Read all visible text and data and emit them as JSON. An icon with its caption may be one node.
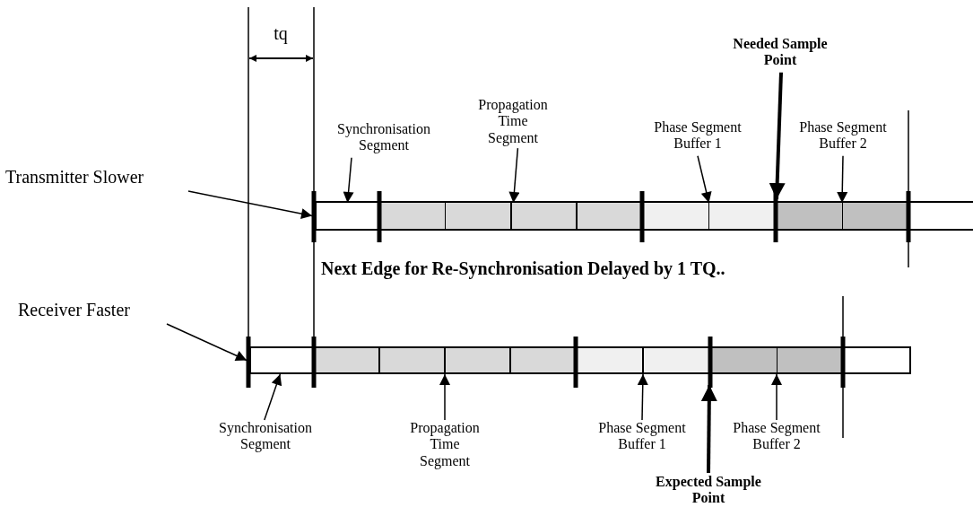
{
  "diagram": {
    "nodes": [
      {
        "text": [
          "Needed Sample Point"
        ]
      },
      {
        "text": [
          "Synchronisation Segment"
        ]
      },
      {
        "text": [
          "Propagation Time Segment"
        ]
      },
      {
        "text": [
          "Phase Segment Buffer 1"
        ]
      },
      {
        "text": [
          "Phase Segment Buffer 2"
        ]
      },
      {
        "text": [
          "Transmitter Slower"
        ]
      },
      {
        "text": [],
        "shape": "bar"
      },
      {
        "text": [],
        "shape": "box",
        "in": 6
      },
      {
        "text": [],
        "shape": "box",
        "in": 6
      },
      {
        "text": [],
        "shape": "box",
        "in": 6
      },
      {
        "text": [],
        "shape": "box",
        "in": 6
      },
      {
        "text": [
          "Receiver Faster"
        ]
      },
      {
        "text": [],
        "shape": "bar"
      },
      {
        "text": [],
        "shape": "box",
        "in": 12
      },
      {
        "text": [],
        "shape": "box",
        "in": 12
      },
      {
        "text": [],
        "shape": "box",
        "in": 12
      },
      {
        "text": [],
        "shape": "box",
        "in": 12
      },
      {
        "text": [
          "Synchronisation Segment"
        ]
      },
      {
        "text": [
          "Propagation Time Segment"
        ]
      },
      {
        "text": [
          "Phase Segment Buffer 1"
        ]
      },
      {
        "text": [
          "Expected Sample Point"
        ]
      },
      {
        "text": [
          "Phase Segment Buffer 2"
        ]
      }
    ],
    "edges": [
      {
        "from": 0,
        "to": 10,
        "arrow": "to",
        "style": "thick"
      },
      {
        "from": 1,
        "to": 7,
        "arrow": "to"
      },
      {
        "from": 2,
        "to": 8,
        "arrow": "to"
      },
      {
        "from": 3,
        "to": 9,
        "arrow": "to"
      },
      {
        "from": 4,
        "to": 10,
        "arrow": "to"
      },
      {
        "from": 5,
        "to": 6,
        "arrow": "to"
      },
      {
        "from": 11,
        "to": 12,
        "arrow": "to"
      },
      {
        "from": 17,
        "to": 13,
        "arrow": "to"
      },
      {
        "from": 18,
        "to": 14,
        "arrow": "to"
      },
      {
        "from": 19,
        "to": 15,
        "arrow": "to"
      },
      {
        "from": 20,
        "to": 16,
        "arrow": "to",
        "style": "thick"
      },
      {
        "from": 21,
        "to": 16,
        "arrow": "to"
      }
    ],
    "labels": [
      "tq",
      "Next Edge for Re-Synchronisation Delayed by 1 TQ.."
    ]
  }
}
